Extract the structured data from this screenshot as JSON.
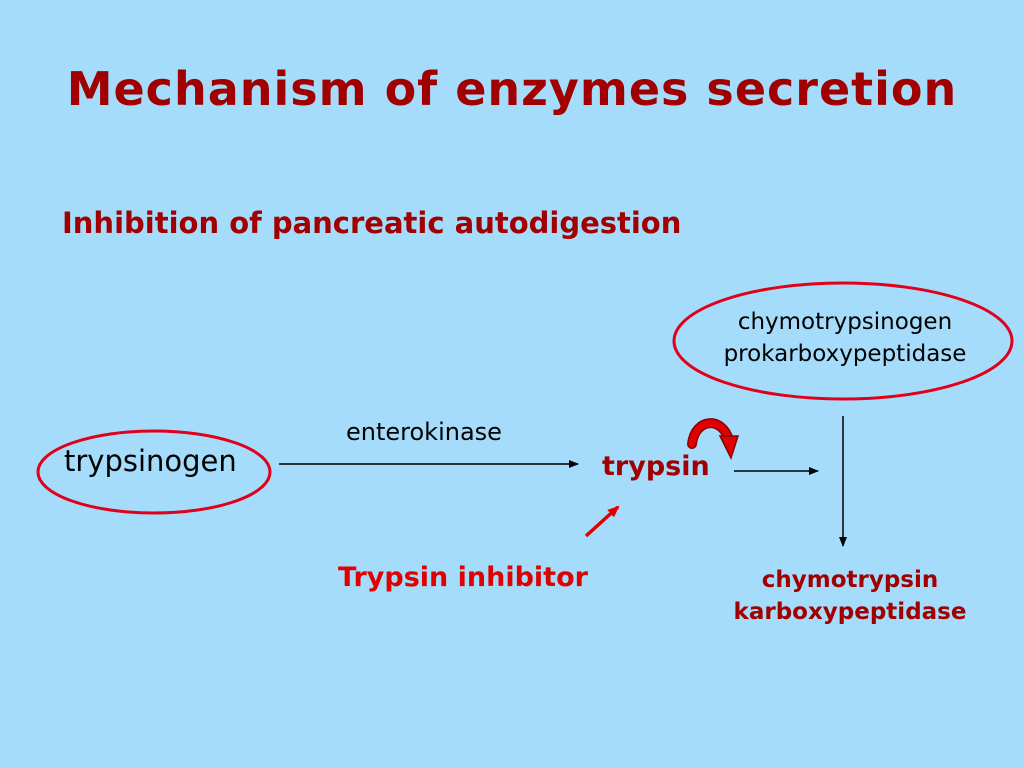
{
  "slide": {
    "title": "Mechanism of enzymes secretion",
    "subtitle": "Inhibition of pancreatic autodigestion"
  },
  "diagram": {
    "zymogen_start": "trypsinogen",
    "activator": "enterokinase",
    "active_enzyme": "trypsin",
    "inhibitor": "Trypsin inhibitor",
    "zymogens": [
      "chymotrypsinogen",
      "prokarboxypeptidase"
    ],
    "products": [
      "chymotrypsin",
      "karboxypeptidase"
    ]
  },
  "colors": {
    "background": "#a6dcfb",
    "title": "#a00000",
    "ellipse_outline": "#e0001a",
    "inhibitor": "#e00000",
    "arrows": "#000000"
  }
}
